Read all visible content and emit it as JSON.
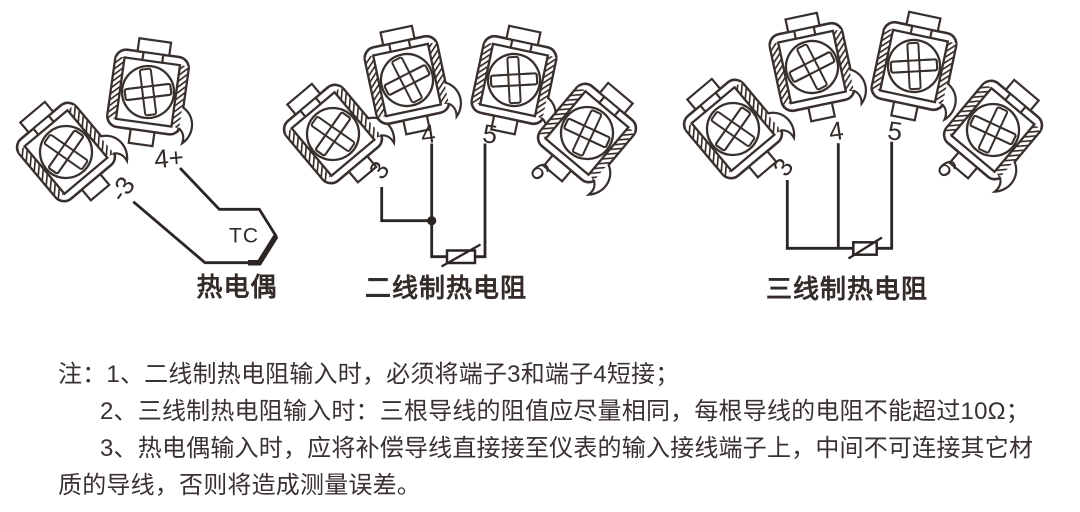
{
  "diagrams": [
    {
      "caption": "热电偶",
      "sensor_label": "TC",
      "terminals": [
        "-3",
        "4+"
      ]
    },
    {
      "caption": "二线制热电阻",
      "terminals": [
        "3",
        "4",
        "5",
        "6"
      ]
    },
    {
      "caption": "三线制热电阻",
      "terminals": [
        "3",
        "4",
        "5",
        "6"
      ]
    }
  ],
  "notes": {
    "lines": [
      "注：1、二线制热电阻输入时，必须将端子3和端子4短接；",
      "2、三线制热电阻输入时：三根导线的阻值应尽量相同，每根导线的电阻不能超过10Ω；",
      "3、热电偶输入时，应将补偿导线直接接至仪表的输入接线端子上，中间不可连接其它材",
      "质的导线，否则将造成测量误差。"
    ]
  },
  "colors": {
    "line": "#332c29",
    "wire": "#2b2523",
    "text": "#3a3231"
  }
}
